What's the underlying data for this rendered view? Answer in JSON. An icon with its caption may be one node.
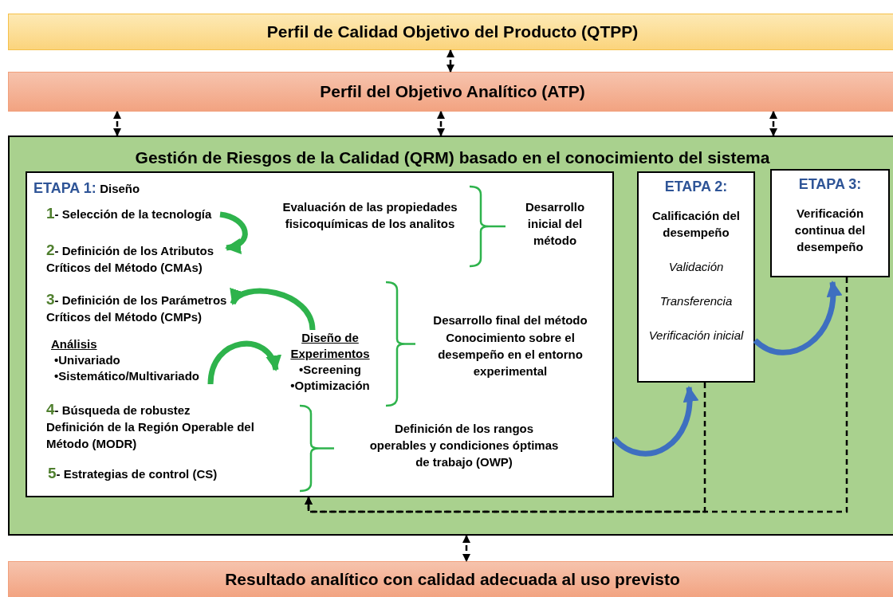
{
  "diagram": {
    "nodes": [
      {
        "text": [
          "Perfil de Calidad Objetivo del Producto (QTPP)"
        ]
      },
      {
        "text": [
          "Perfil del Objetivo Analítico (ATP)"
        ]
      },
      {
        "text": [
          "Gestión de Riesgos de la Calidad (QRM) basado en el conocimiento del sistema"
        ]
      },
      {
        "text": [
          "ETAPA 1:",
          "Diseño"
        ],
        "in": 2
      },
      {
        "text": [
          "1",
          "- Selección de la tecnología"
        ],
        "in": 3
      },
      {
        "text": [
          "2",
          "- Definición de los Atributos Críticos del Método (CMAs)"
        ],
        "in": 3
      },
      {
        "text": [
          "3",
          "- Definición de los Parámetros Críticos del Método (CMPs)"
        ],
        "in": 3
      },
      {
        "text": [
          "Análisis",
          "•Univariado",
          "•Sistemático/Multivariado"
        ],
        "in": 3
      },
      {
        "text": [
          "Diseño de Experimentos",
          "•Screening",
          "•Optimización"
        ],
        "in": 3
      },
      {
        "text": [
          "4",
          "- Búsqueda de robustez",
          "Definición de la Región Operable del Método (MODR)"
        ],
        "in": 3
      },
      {
        "text": [
          "5",
          "- Estrategias de control (CS)"
        ],
        "in": 3
      },
      {
        "text": [
          "ETAPA 2:",
          "Calificación del desempeño",
          "Validación",
          "Transferencia",
          "Verificación inicial"
        ],
        "in": 2
      },
      {
        "text": [
          "ETAPA 3:",
          "Verificación continua del desempeño"
        ],
        "in": 2
      },
      {
        "text": [
          "Resultado analítico con calidad adecuada al uso previsto"
        ]
      }
    ],
    "edges": [
      {
        "from": 0,
        "to": 1,
        "arrow": "both",
        "style": "dashed"
      },
      {
        "from": 1,
        "to": 2,
        "arrow": "both",
        "style": "dashed"
      },
      {
        "from": 1,
        "to": 2,
        "arrow": "both",
        "style": "dashed"
      },
      {
        "from": 1,
        "to": 2,
        "arrow": "both",
        "style": "dashed"
      },
      {
        "from": 4,
        "to": 5,
        "arrow": "to",
        "style": "thick",
        "color": "#2eb34c"
      },
      {
        "from": 8,
        "to": 6,
        "arrow": "to",
        "style": "thick",
        "color": "#2eb34c"
      },
      {
        "from": 7,
        "to": 8,
        "arrow": "to",
        "style": "thick",
        "color": "#2eb34c"
      },
      {
        "from": 3,
        "to": 11,
        "arrow": "to",
        "style": "thick",
        "color": "#3e6fc0"
      },
      {
        "from": 11,
        "to": 12,
        "arrow": "to",
        "style": "thick",
        "color": "#3e6fc0"
      },
      {
        "from": 11,
        "to": 3,
        "arrow": "to",
        "style": "dashed"
      },
      {
        "from": 12,
        "to": 3,
        "arrow": "to",
        "style": "dashed"
      },
      {
        "from": 2,
        "to": 13,
        "arrow": "both",
        "style": "dashed"
      }
    ],
    "labels": [
      "Evaluación de las propiedades fisicoquímicas de los analitos",
      "Desarrollo inicial del método",
      "Desarrollo final del método",
      "Conocimiento sobre el desempeño en el entorno experimental",
      "Definición de los rangos operables y condiciones óptimas de trabajo (OWP)"
    ]
  }
}
